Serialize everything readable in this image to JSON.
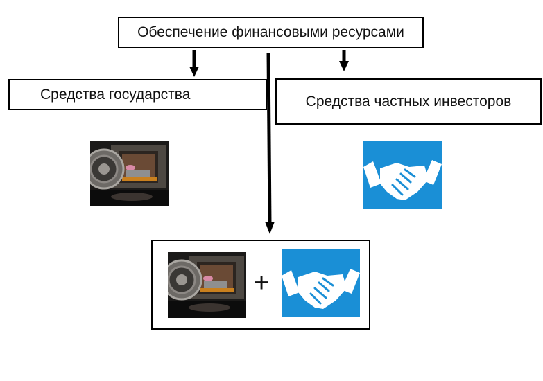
{
  "nodes": {
    "top": "Обеспечение финансовыми ресурсами",
    "government": "Средства государства",
    "investors": "Средства частных инвесторов",
    "combine_symbol": "+"
  },
  "icons": [
    "bank-vault-icon",
    "handshake-icon"
  ],
  "colors": {
    "handshake_bg": "#1a8fd6",
    "line": "#000000",
    "text": "#111111"
  }
}
